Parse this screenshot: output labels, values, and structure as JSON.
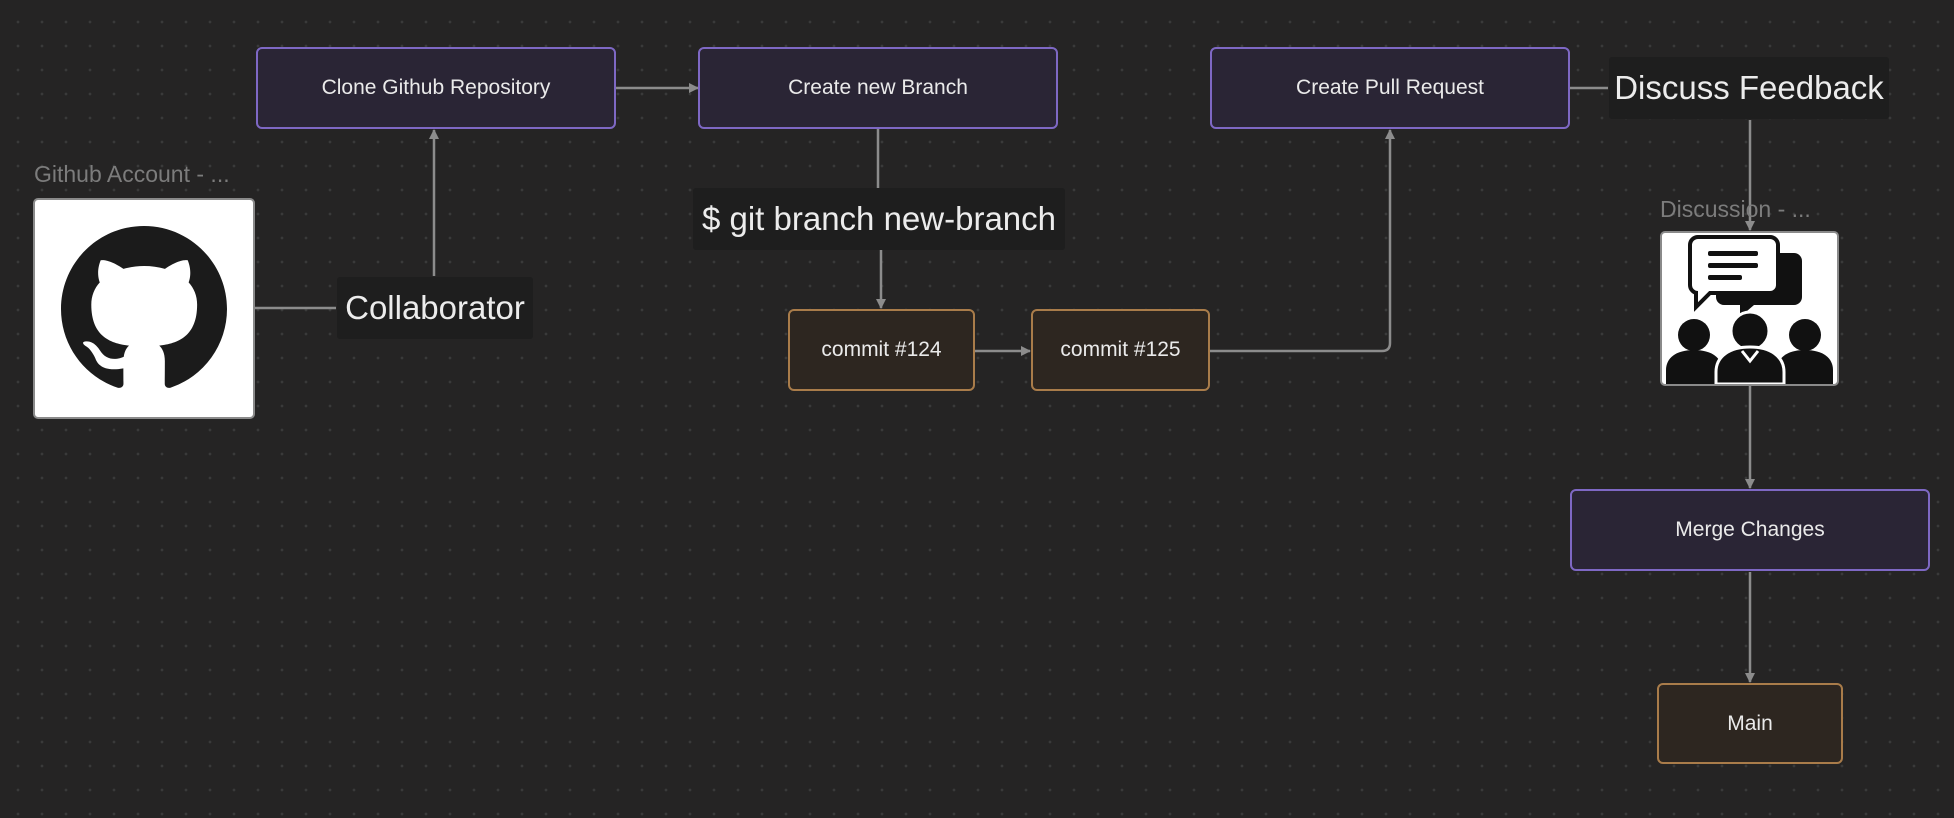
{
  "nodes": {
    "clone": "Clone Github Repository",
    "branch": "Create new Branch",
    "pull_request": "Create Pull Request",
    "commit_124": "commit #124",
    "commit_125": "commit #125",
    "merge": "Merge Changes",
    "main": "Main"
  },
  "labels": {
    "discuss_feedback": "Discuss Feedback",
    "git_command": "$ git branch new-branch",
    "collaborator": "Collaborator"
  },
  "image_cards": {
    "github_caption": "Github Account - ...",
    "github_icon": "github-logo-icon",
    "discussion_caption": "Discussion - ...",
    "discussion_icon": "group-discussion-icon"
  },
  "colors": {
    "background": "#252424",
    "process_border": "#7e68c4",
    "commit_border": "#a97c4a",
    "edge": "#8c8c8c"
  }
}
